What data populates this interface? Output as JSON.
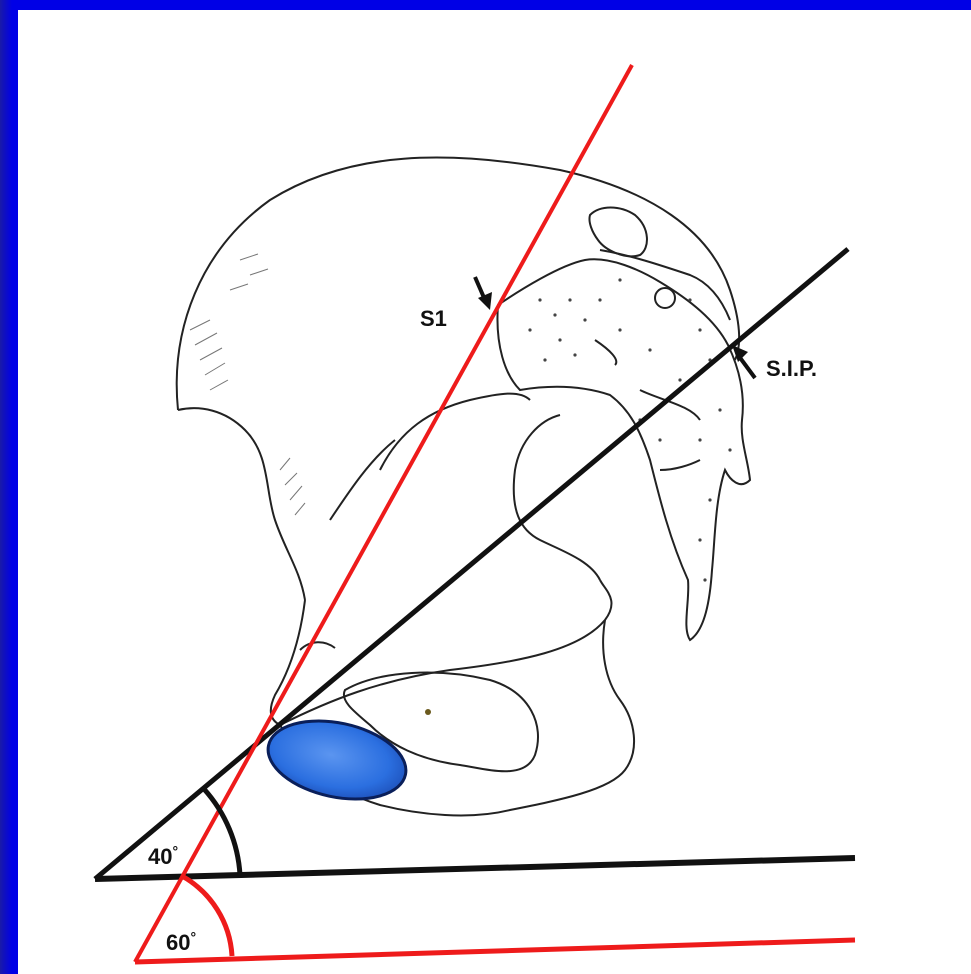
{
  "labels": {
    "s1": "S1",
    "sip": "S.I.P.",
    "angle_black": "40",
    "angle_red": "60",
    "degree_symbol": "°"
  },
  "colors": {
    "background": "#0000e6",
    "panel": "#ffffff",
    "red_line": "#ee1b1b",
    "black_line": "#111111",
    "acetabulum_blue": "#2b6fe0"
  },
  "icons": {
    "s1_arrow": "arrow-down-icon",
    "sip_arrow": "arrow-up-left-icon"
  }
}
